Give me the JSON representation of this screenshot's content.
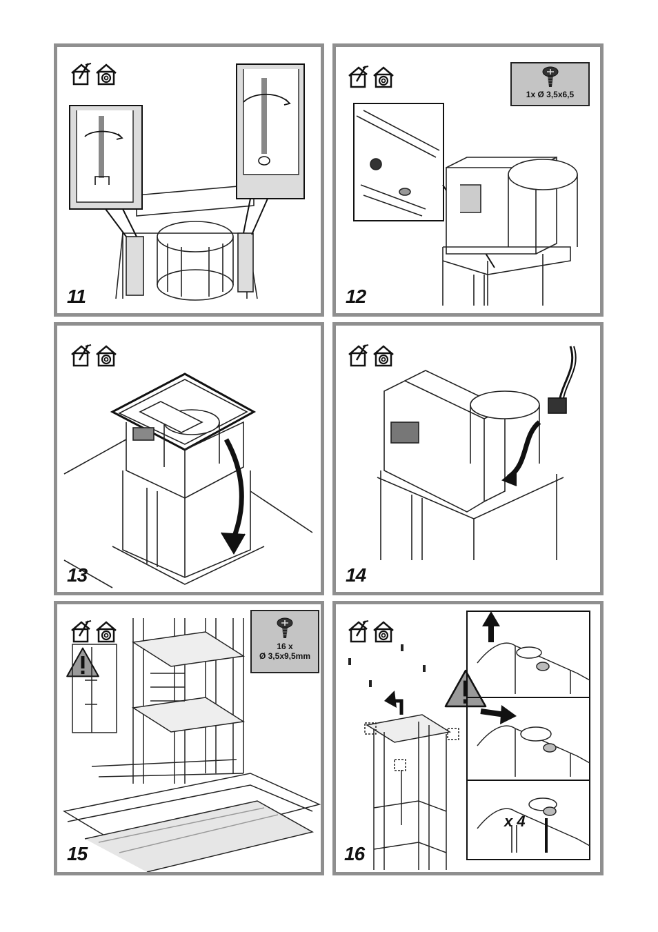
{
  "steps": [
    {
      "number": "11"
    },
    {
      "number": "12",
      "screw_label": "1x Ø 3,5x6,5"
    },
    {
      "number": "13"
    },
    {
      "number": "14"
    },
    {
      "number": "15",
      "screw_label_1": "16 x",
      "screw_label_2": "Ø 3,5x9,5mm"
    },
    {
      "number": "16",
      "multiplier": "x 4"
    }
  ],
  "icons": [
    "house-mount-icon",
    "house-recirculation-icon",
    "screw-icon",
    "warning-icon"
  ],
  "colors": {
    "frame": "#8f8f8f",
    "badge": "#c4c4c4",
    "warning": "#9a9a9a"
  }
}
